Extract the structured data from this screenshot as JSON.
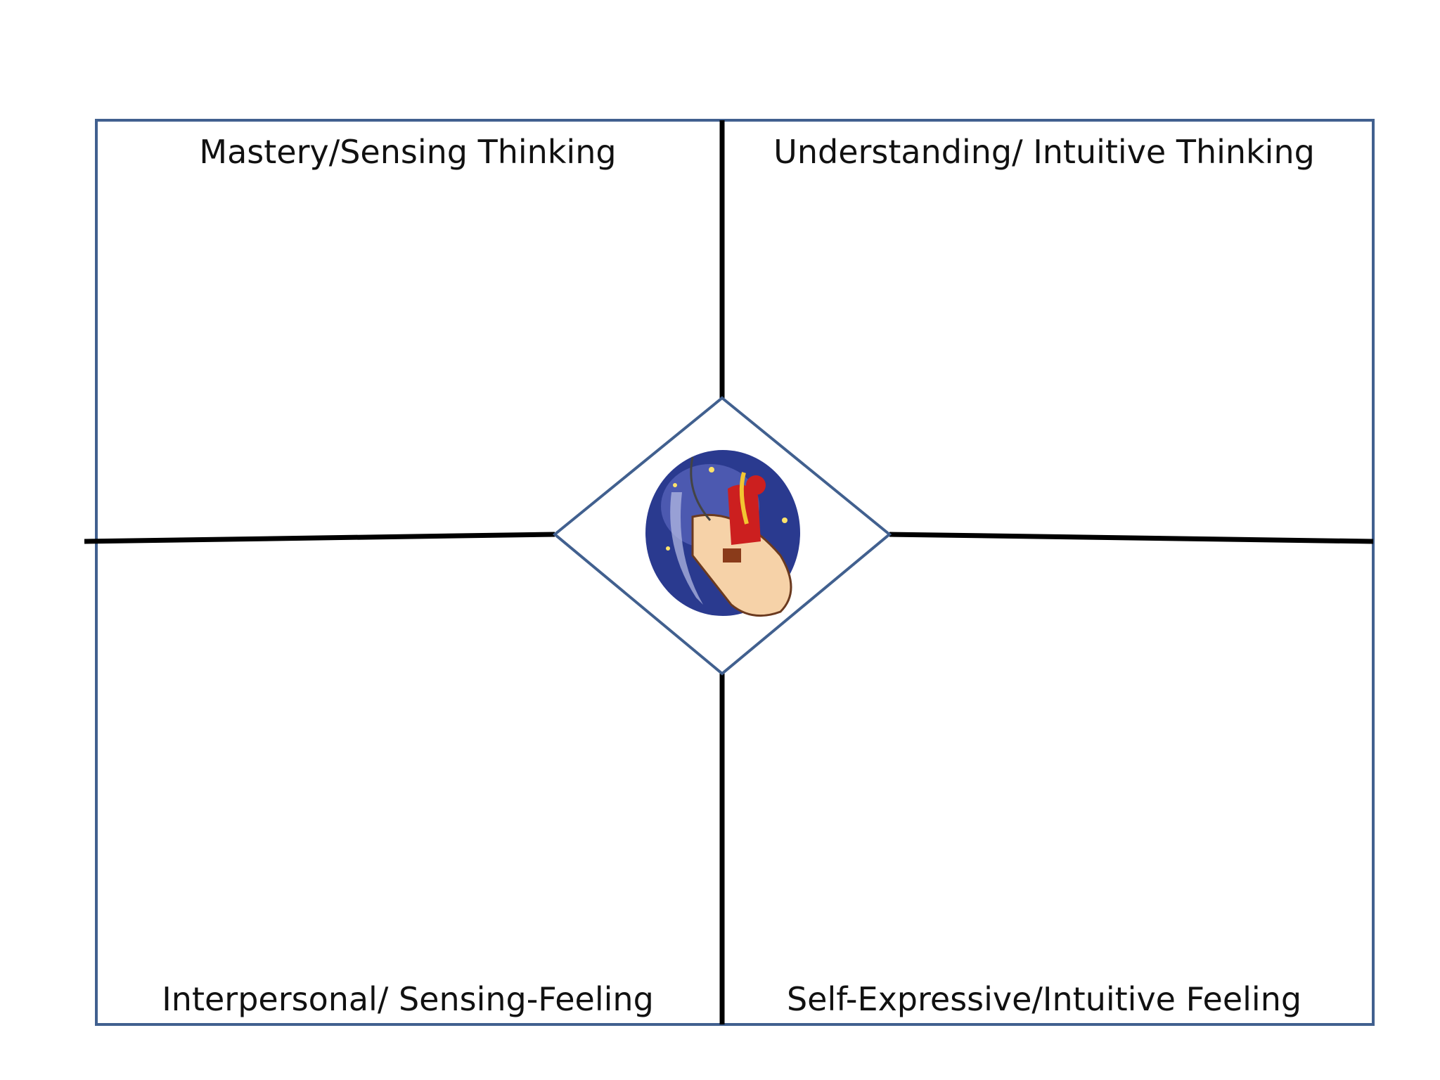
{
  "diagram": {
    "quadrants": {
      "top_left": "Mastery/Sensing Thinking",
      "top_right": "Understanding/ Intuitive Thinking",
      "bottom_left": "Interpersonal/ Sensing-Feeling",
      "bottom_right": "Self-Expressive/Intuitive Feeling"
    },
    "center_icon": "scientist-clipart-icon"
  },
  "colors": {
    "frame": "#41608f",
    "divider": "#000000",
    "background": "#ffffff"
  }
}
